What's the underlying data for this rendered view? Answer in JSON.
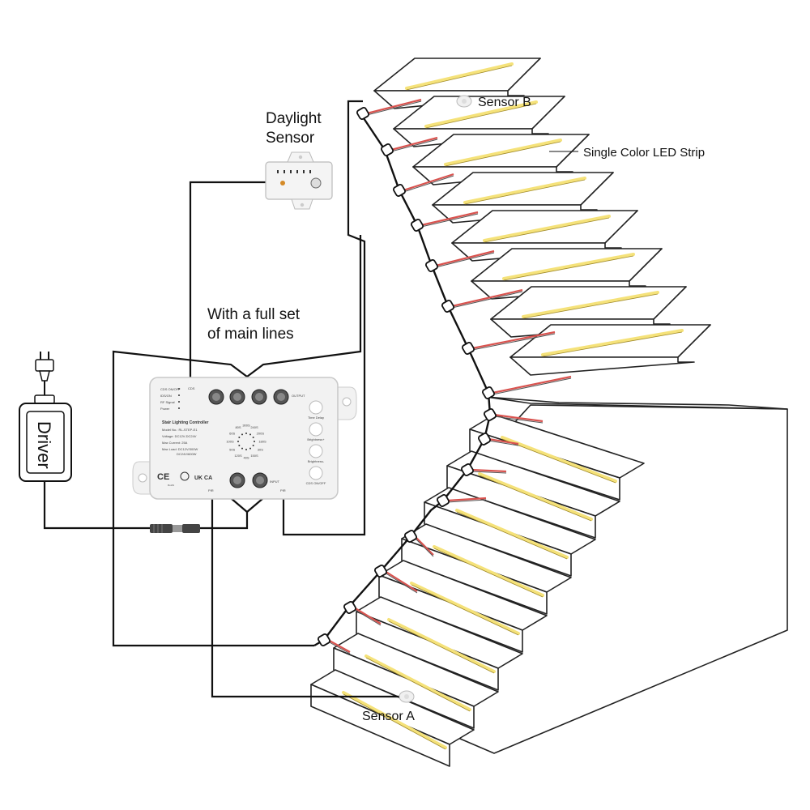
{
  "labels": {
    "daylight_sensor": [
      "Daylight",
      "Sensor"
    ],
    "main_lines": [
      "With a full set",
      "of main lines"
    ],
    "sensor_b": "Sensor B",
    "sensor_a": "Sensor A",
    "led_strip": "Single Color LED Strip",
    "driver": "Driver"
  },
  "controller": {
    "title": "Stair Lighting Controller",
    "model": "Model No.: RL-STEP-E1",
    "voltage": "Voltage: DC12V-DC24V",
    "max_current": "Max Current: 25A",
    "max_load_1": "Max Load: DC12V/300W",
    "max_load_2": "DC24V/600W",
    "indicators": [
      "CDS ON/OFF",
      "IDS/ON",
      "RF Signal",
      "Power"
    ],
    "cds_label": "CDS",
    "output_label": "OUTPUT",
    "input_label": "INPUT",
    "pir_label": "PIR",
    "buttons": [
      "Time Delay",
      "Brightness+",
      "Brightness-",
      "CDS ON/OFF"
    ],
    "dial_values": [
      "300S",
      "240S",
      "200S",
      "180S",
      "30S",
      "150S",
      "40S",
      "120S",
      "50S",
      "100S",
      "60S",
      "80S"
    ],
    "cert_marks": [
      "CE",
      "RoHS",
      "UK CA"
    ]
  },
  "colors": {
    "line": "#111111",
    "wire_red": "#d9534f",
    "led": "#f5e27a",
    "stair_stroke": "#222222",
    "controller_body": "#f2f2f2"
  },
  "steps": {
    "upper_flight_count": 8,
    "lower_flight_count": 8
  }
}
